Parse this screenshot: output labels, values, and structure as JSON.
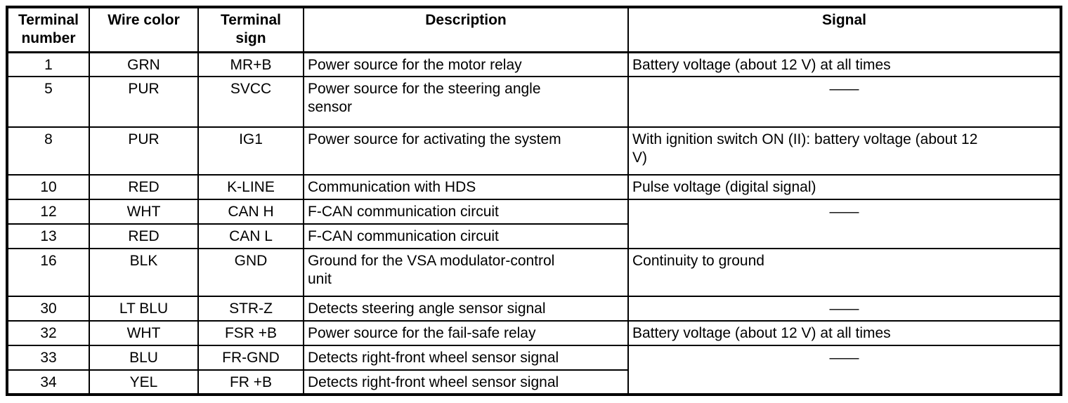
{
  "colors": {
    "border": "#000000",
    "text": "#000000",
    "background": "#ffffff"
  },
  "table": {
    "columns": [
      {
        "label": "Terminal\nnumber"
      },
      {
        "label": "Wire color"
      },
      {
        "label": "Terminal\nsign"
      },
      {
        "label": "Description"
      },
      {
        "label": "Signal"
      }
    ],
    "rows": [
      {
        "terminal_number": "1",
        "wire_color": "GRN",
        "terminal_sign": "MR+B",
        "description": "Power source for the motor relay",
        "signal": "Battery voltage (about 12 V) at all times"
      },
      {
        "terminal_number": "5",
        "wire_color": "PUR",
        "terminal_sign": "SVCC",
        "description": "Power source for the steering angle\nsensor",
        "signal": "——"
      },
      {
        "terminal_number": "8",
        "wire_color": "PUR",
        "terminal_sign": "IG1",
        "description": "Power source for activating the system",
        "signal": "With ignition switch ON (II): battery voltage (about 12\nV)"
      },
      {
        "terminal_number": "10",
        "wire_color": "RED",
        "terminal_sign": "K-LINE",
        "description": "Communication with HDS",
        "signal": "Pulse voltage (digital signal)"
      },
      {
        "terminal_number": "12",
        "wire_color": "WHT",
        "terminal_sign": "CAN H",
        "description": "F-CAN communication circuit",
        "signal": "——"
      },
      {
        "terminal_number": "13",
        "wire_color": "RED",
        "terminal_sign": "CAN L",
        "description": "F-CAN communication circuit"
      },
      {
        "terminal_number": "16",
        "wire_color": "BLK",
        "terminal_sign": "GND",
        "description": "Ground for the VSA modulator-control\nunit",
        "signal": "Continuity to ground"
      },
      {
        "terminal_number": "30",
        "wire_color": "LT BLU",
        "terminal_sign": "STR-Z",
        "description": "Detects steering angle sensor signal",
        "signal": "——"
      },
      {
        "terminal_number": "32",
        "wire_color": "WHT",
        "terminal_sign": "FSR +B",
        "description": "Power source for the fail-safe relay",
        "signal": "Battery voltage (about 12 V) at all times"
      },
      {
        "terminal_number": "33",
        "wire_color": "BLU",
        "terminal_sign": "FR-GND",
        "description": "Detects right-front wheel sensor signal",
        "signal": "——"
      },
      {
        "terminal_number": "34",
        "wire_color": "YEL",
        "terminal_sign": "FR +B",
        "description": "Detects right-front wheel sensor signal"
      }
    ]
  }
}
